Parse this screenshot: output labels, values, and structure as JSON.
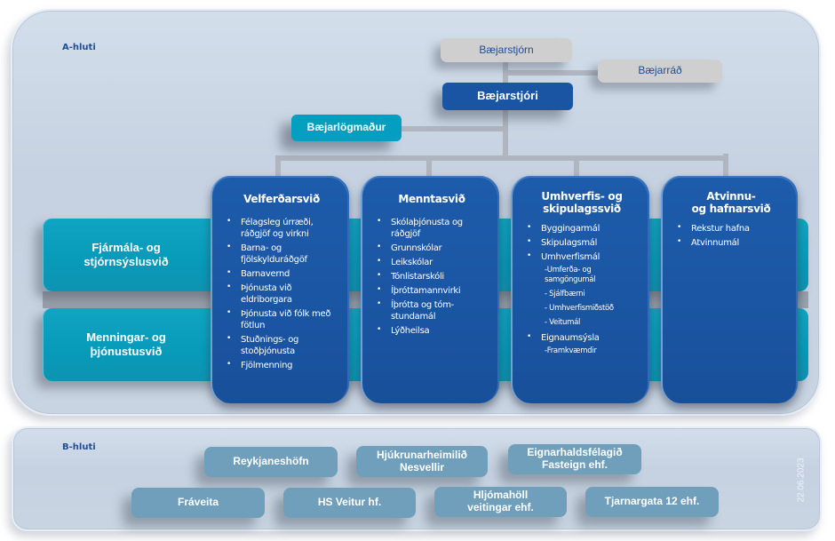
{
  "a_section": {
    "label": "A-hluti",
    "council": "Bæjarstjórn",
    "executive_board": "Bæjarráð",
    "mayor": "Bæjarstjóri",
    "town_lawyer": "Bæjarlögmaður",
    "cross_divisions": [
      "Fjármála- og\nstjórnsýslusvið",
      "Menningar- og\nþjónustusvið"
    ],
    "departments": [
      {
        "title": "Velferðarsvið",
        "items": [
          {
            "type": "bullet",
            "text": "Félagsleg úrræði, ráðgjöf og virkni"
          },
          {
            "type": "bullet",
            "text": "Barna- og fjölskylduráðgöf"
          },
          {
            "type": "bullet",
            "text": "Barnavernd"
          },
          {
            "type": "bullet",
            "text": "Þjónusta við eldriborgara"
          },
          {
            "type": "bullet",
            "text": "Þjónusta við fólk með fötlun"
          },
          {
            "type": "bullet",
            "text": "Stuðnings- og stoðþjónusta"
          },
          {
            "type": "bullet",
            "text": "Fjölmenning"
          }
        ]
      },
      {
        "title": "Menntasvið",
        "items": [
          {
            "type": "bullet",
            "text": "Skólaþjónusta og ráðgjöf"
          },
          {
            "type": "bullet",
            "text": "Grunnskólar"
          },
          {
            "type": "bullet",
            "text": "Leikskólar"
          },
          {
            "type": "bullet",
            "text": "Tónlistarskóli"
          },
          {
            "type": "bullet",
            "text": "Íþróttamannvirki"
          },
          {
            "type": "bullet",
            "text": "Íþrótta og tóm-stundamál"
          },
          {
            "type": "bullet",
            "text": "Lýðheilsa"
          }
        ]
      },
      {
        "title": "Umhverfis- og\nskipulagssvið",
        "items": [
          {
            "type": "bullet",
            "text": "Byggingarmál"
          },
          {
            "type": "bullet",
            "text": "Skipulagsmál"
          },
          {
            "type": "bullet",
            "text": "Umhverfismál"
          },
          {
            "type": "sub",
            "text": "-Umferða- og samgöngumál"
          },
          {
            "type": "sub",
            "text": "- Sjálfbærni"
          },
          {
            "type": "sub",
            "text": "- Umhverfismiðstöð"
          },
          {
            "type": "sub",
            "text": "- Veitumál"
          },
          {
            "type": "bullet",
            "text": "Eignaumsýsla"
          },
          {
            "type": "sub",
            "text": "-Framkvæmdir"
          }
        ]
      },
      {
        "title": "Atvinnu-\nog hafnarsvið",
        "items": [
          {
            "type": "bullet",
            "text": "Rekstur hafna"
          },
          {
            "type": "bullet",
            "text": "Atvinnumál"
          }
        ]
      }
    ]
  },
  "b_section": {
    "label": "B-hluti",
    "entities_row1": [
      "Reykjaneshöfn",
      "Hjúkrunarheimilið\nNesvellir",
      "Eignarhaldsfélagið\nFasteign ehf."
    ],
    "entities_row2": [
      "Fráveita",
      "HS Veitur hf.",
      "Hljómahöll\nveitingar ehf.",
      "Tjarnargata 12 ehf."
    ]
  },
  "date": "22.06.2023",
  "colors": {
    "department_blue": "#1a55a3",
    "cross_division_teal": "#089ab9",
    "lawyer_teal": "#039ec0",
    "b_entity_blue": "#6f9fbb",
    "council_grey": "#cfcfcf",
    "label_blue": "#1f4e95"
  }
}
